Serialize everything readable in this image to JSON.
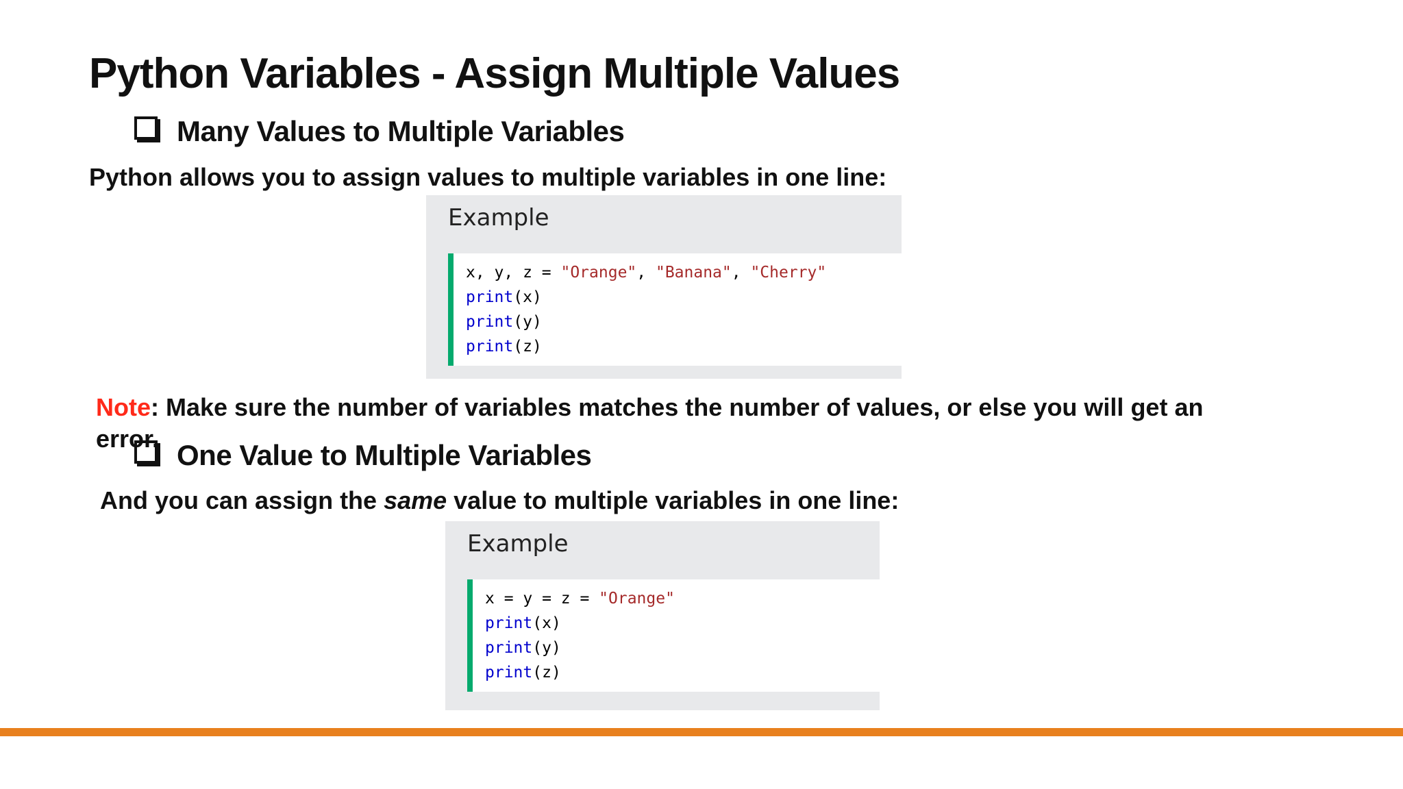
{
  "slide": {
    "title": "Python Variables - Assign Multiple Values",
    "section1": {
      "heading": "Many Values to Multiple Variables",
      "intro": "Python allows you to assign values to multiple variables in one line:",
      "example": {
        "header": "Example",
        "code": [
          {
            "parts": [
              {
                "t": "x, y, z = ",
                "c": "plain"
              },
              {
                "t": "\"Orange\"",
                "c": "str"
              },
              {
                "t": ", ",
                "c": "plain"
              },
              {
                "t": "\"Banana\"",
                "c": "str"
              },
              {
                "t": ", ",
                "c": "plain"
              },
              {
                "t": "\"Cherry\"",
                "c": "str"
              }
            ]
          },
          {
            "parts": [
              {
                "t": "print",
                "c": "kw"
              },
              {
                "t": "(x)",
                "c": "plain"
              }
            ]
          },
          {
            "parts": [
              {
                "t": "print",
                "c": "kw"
              },
              {
                "t": "(y)",
                "c": "plain"
              }
            ]
          },
          {
            "parts": [
              {
                "t": "print",
                "c": "kw"
              },
              {
                "t": "(z)",
                "c": "plain"
              }
            ]
          }
        ]
      }
    },
    "note": {
      "label": "Note",
      "text": ": Make sure the number of variables matches the number of values, or else you will get an error."
    },
    "section2": {
      "heading": "One Value to Multiple Variables",
      "intro_before": "And you can assign the ",
      "intro_emphasis": "same",
      "intro_after": " value to multiple variables in one line:",
      "example": {
        "header": "Example",
        "code": [
          {
            "parts": [
              {
                "t": "x = y = z = ",
                "c": "plain"
              },
              {
                "t": "\"Orange\"",
                "c": "str"
              }
            ]
          },
          {
            "parts": [
              {
                "t": "print",
                "c": "kw"
              },
              {
                "t": "(x)",
                "c": "plain"
              }
            ]
          },
          {
            "parts": [
              {
                "t": "print",
                "c": "kw"
              },
              {
                "t": "(y)",
                "c": "plain"
              }
            ]
          },
          {
            "parts": [
              {
                "t": "print",
                "c": "kw"
              },
              {
                "t": "(z)",
                "c": "plain"
              }
            ]
          }
        ]
      }
    },
    "colors": {
      "accent_bar": "#e8801e",
      "note_label": "#ff2a1a",
      "code_border": "#04aa6d",
      "keyword": "#0000cd",
      "string": "#a52a2a"
    }
  }
}
